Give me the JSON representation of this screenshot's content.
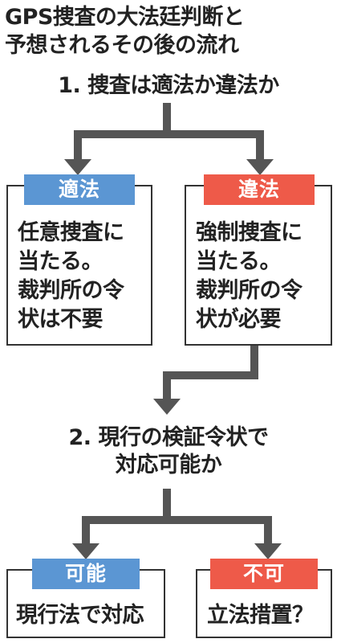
{
  "title": {
    "line1": "GPS捜査の大法廷判断と",
    "line2": "予想されるその後の流れ"
  },
  "step1": {
    "label": "1. 捜査は適法か違法か"
  },
  "legal_box": {
    "tag": "適法",
    "lines": [
      "任意捜査に",
      "当たる。",
      "裁判所の令",
      "状は不要"
    ]
  },
  "illegal_box": {
    "tag": "違法",
    "lines": [
      "強制捜査に",
      "当たる。",
      "裁判所の令",
      "状が必要"
    ]
  },
  "step2": {
    "line1": "2. 現行の検証令状で",
    "line2": "対応可能か"
  },
  "possible_box": {
    "tag": "可能",
    "text": "現行法で対応"
  },
  "impossible_box": {
    "tag": "不可",
    "text": "立法措置？"
  },
  "colors": {
    "blue_tag": "#5b96d3",
    "red_tag": "#ee5a49",
    "connector": "#555555"
  }
}
